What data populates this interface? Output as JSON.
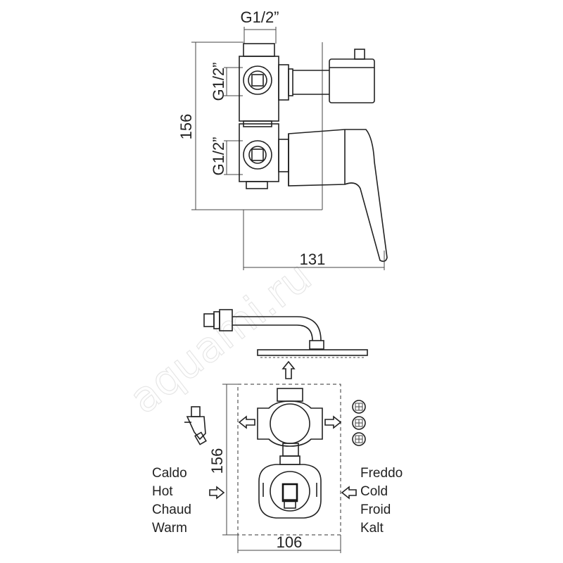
{
  "watermark": "aquami.ru",
  "top_view": {
    "dims": {
      "thread_top": "G1/2”",
      "thread_upper": "G1/2”",
      "thread_lower": "G1/2”",
      "height": "156",
      "depth": "131"
    }
  },
  "bottom_view": {
    "dims": {
      "height": "156",
      "width": "106"
    },
    "hot_labels": [
      "Caldo",
      "Hot",
      "Chaud",
      "Warm"
    ],
    "cold_labels": [
      "Freddo",
      "Cold",
      "Froid",
      "Kalt"
    ]
  }
}
